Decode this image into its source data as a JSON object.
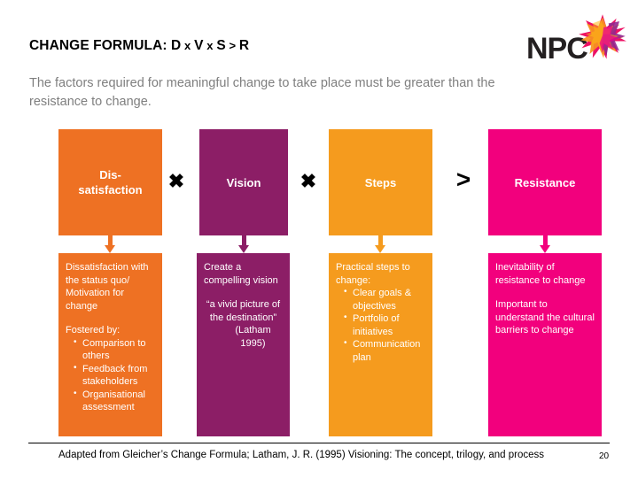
{
  "header": {
    "title_main": "CHANGE FORMULA: D",
    "title_op1": " x ",
    "title_v": "V",
    "title_op2": " x ",
    "title_s": "S",
    "title_op3": " > ",
    "title_r": "R",
    "subtitle": "The factors required for meaningful change to take place must be greater than the resistance to change."
  },
  "logo": {
    "text": "NPC",
    "star_icon": "starburst-icon"
  },
  "formula": {
    "operators": [
      {
        "symbol": "✖",
        "name": "multiply-operator-1"
      },
      {
        "symbol": "✖",
        "name": "multiply-operator-2"
      },
      {
        "symbol": ">",
        "name": "greater-than-operator"
      }
    ]
  },
  "colors": {
    "dissatisfaction": "#EE7123",
    "vision": "#8C1E66",
    "steps": "#F59B1E",
    "resistance": "#F2007D",
    "subtitle_grey": "#7F7F7F",
    "logo_black": "#231F20"
  },
  "columns": [
    {
      "key": "dissatisfaction",
      "top_label": "Dis-\nsatisfaction",
      "top_label_line1": "Dis-",
      "top_label_line2": "satisfaction",
      "color": "#EE7123",
      "detail": {
        "intro": "Dissatisfaction with the status quo/ Motivation for change",
        "subhead": "Fostered by:",
        "bullets": [
          "Comparison to others",
          "Feedback from stakeholders",
          "Organisational assessment"
        ]
      }
    },
    {
      "key": "vision",
      "top_label": "Vision",
      "color": "#8C1E66",
      "detail": {
        "intro": "Create a compelling vision",
        "quote": "“a vivid picture of the destination”",
        "cite": "(Latham 1995)"
      }
    },
    {
      "key": "steps",
      "top_label": "Steps",
      "color": "#F59B1E",
      "detail": {
        "intro": "Practical steps to change:",
        "bullets": [
          "Clear goals & objectives",
          "Portfolio of initiatives",
          "Communication plan"
        ]
      }
    },
    {
      "key": "resistance",
      "top_label": "Resistance",
      "color": "#F2007D",
      "detail": {
        "para1": "Inevitability of resistance to change",
        "para2": "Important to understand the cultural barriers to change"
      }
    }
  ],
  "footer": {
    "source": "Adapted from Gleicher’s Change Formula; Latham, J. R. (1995) Visioning: The concept, trilogy, and process",
    "page_number": "20"
  }
}
